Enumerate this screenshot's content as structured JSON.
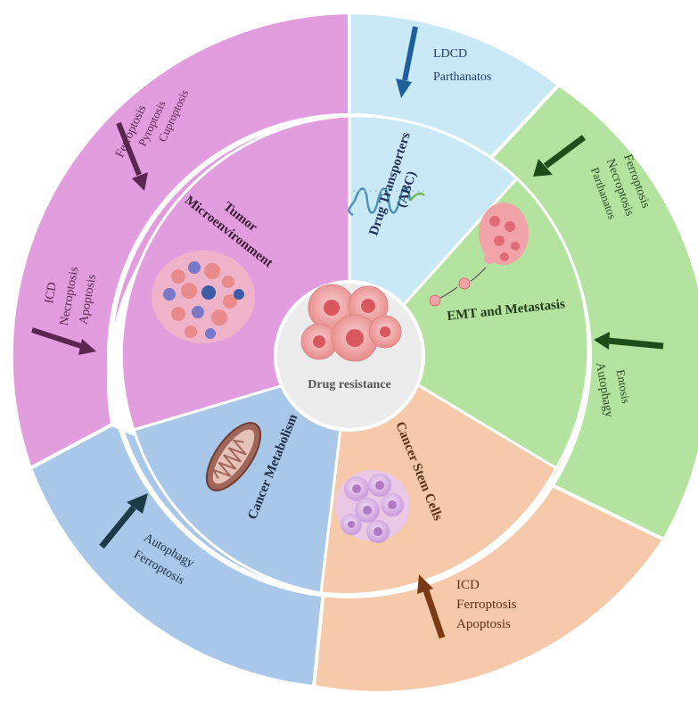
{
  "center": {
    "label": "Drug resistance"
  },
  "sectors": [
    {
      "id": "tme",
      "inner_label_lines": [
        "Tumor",
        "Microenvironment"
      ],
      "outer_items": [
        {
          "direction": "down",
          "labels": [
            "Ferroptosis",
            "Pyroptosis",
            "Cuproptosis"
          ]
        },
        {
          "direction": "down",
          "labels": [
            "ICD",
            "Necroptosis",
            "Apoptosis"
          ]
        }
      ],
      "colors": {
        "fill": "#e29ddf",
        "arrow": "#5a2650",
        "text": "#5a2650",
        "label": "#3b1a36"
      }
    },
    {
      "id": "drug-transporters",
      "inner_label_lines": [
        "Drug Transporters",
        "(ABC)"
      ],
      "outer_items": [
        {
          "direction": "down",
          "labels": [
            "LDCD",
            "Parthanatos"
          ]
        }
      ],
      "colors": {
        "fill": "#c9e9f7",
        "arrow": "#1e5f9a",
        "text": "#1f3f6b",
        "label": "#1f2f55"
      }
    },
    {
      "id": "emt",
      "inner_label_lines": [
        "EMT and Metastasis"
      ],
      "outer_items": [
        {
          "direction": "down",
          "labels": [
            "Ferroptosis",
            "Necroptosis",
            "Parthanatos"
          ]
        },
        {
          "direction": "up",
          "labels": [
            "Entosis",
            "Autophagy"
          ]
        }
      ],
      "colors": {
        "fill": "#b4e3a0",
        "arrow": "#1f4d1a",
        "text": "#2b4a26",
        "label": "#1f3a18"
      }
    },
    {
      "id": "csc",
      "inner_label_lines": [
        "Cancer Stem Cells"
      ],
      "outer_items": [
        {
          "direction": "up",
          "labels": [
            "ICD",
            "Ferroptosis",
            "Apoptosis"
          ]
        }
      ],
      "colors": {
        "fill": "#f6c9ab",
        "arrow": "#7a3a14",
        "text": "#5b3215",
        "label": "#5b3215"
      }
    },
    {
      "id": "metabolism",
      "inner_label_lines": [
        "Cancer Metabolism"
      ],
      "outer_items": [
        {
          "direction": "up",
          "labels": [
            "Autophagy",
            "Ferroptosis"
          ]
        }
      ],
      "colors": {
        "fill": "#a9c7e8",
        "arrow": "#1c3a48",
        "text": "#1c2f48",
        "label": "#1c2f48"
      }
    }
  ]
}
